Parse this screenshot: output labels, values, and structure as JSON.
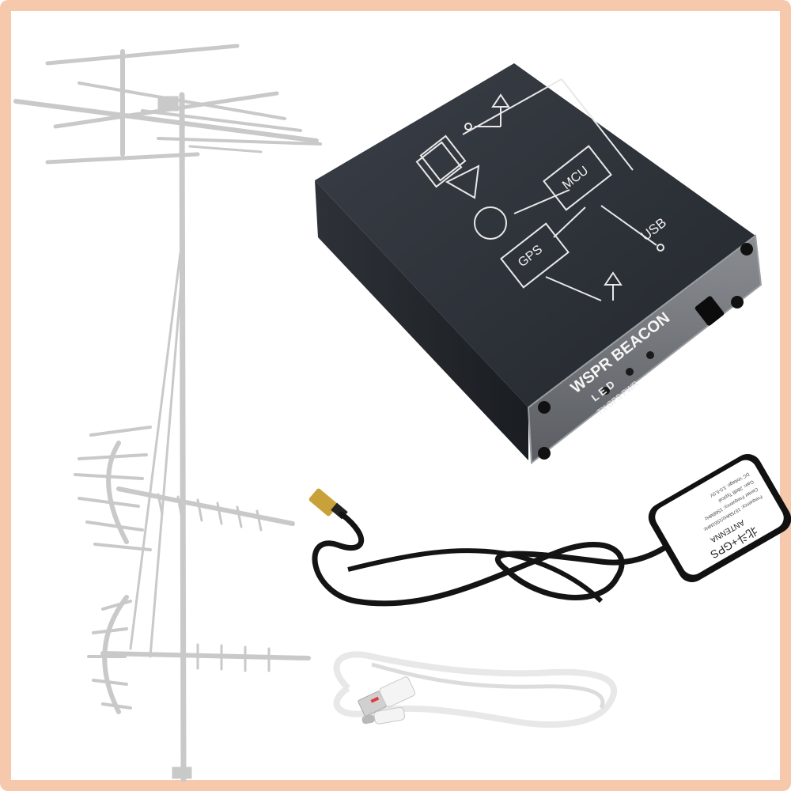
{
  "product": {
    "device": {
      "title": "WSPR BEACON",
      "led_label": "L E D",
      "led_names": "TX  GPS PWR",
      "mcu_label": "MCU",
      "gps_label": "GPS",
      "usb_label": "USB"
    },
    "antenna": {
      "title_cn": "北斗+GPS",
      "title_en": "ANTENNA",
      "spec_lines": [
        "Frequency: 1575MHz/1561MHz",
        "Center Frequency: 1568MHz",
        "Gain: 28dB Typical",
        "DC Voltage: 3.0-5.0V"
      ]
    }
  },
  "colors": {
    "frame_border": "#f6c9ad",
    "device_body": "#2c3037",
    "device_face": "#6d7076",
    "antenna_mast": "#c9c9c9",
    "cable_black": "#141414",
    "cable_white": "#f2f2f2"
  }
}
